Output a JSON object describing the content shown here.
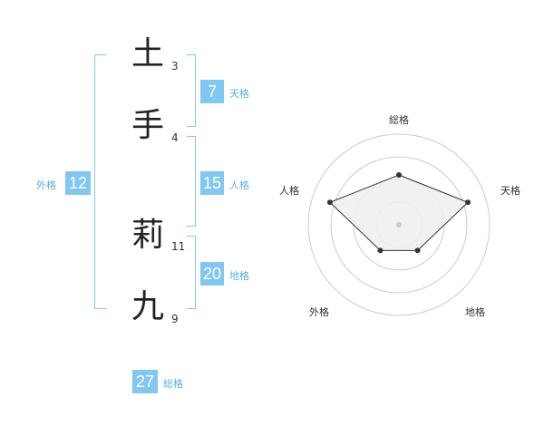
{
  "name": {
    "chars": [
      {
        "char": "土",
        "strokes": "3"
      },
      {
        "char": "手",
        "strokes": "4"
      },
      {
        "char": "莉",
        "strokes": "11"
      },
      {
        "char": "九",
        "strokes": "9"
      }
    ]
  },
  "kaku": {
    "tenkaku": {
      "value": "7",
      "label": "天格"
    },
    "jinkaku": {
      "value": "15",
      "label": "人格"
    },
    "chikaku": {
      "value": "20",
      "label": "地格"
    },
    "gaikaku": {
      "value": "12",
      "label": "外格"
    },
    "soukaku": {
      "value": "27",
      "label": "総格"
    }
  },
  "chart_data": {
    "type": "radar",
    "axes": [
      "総格",
      "天格",
      "地格",
      "外格",
      "人格"
    ],
    "values": [
      0.55,
      0.8,
      0.35,
      0.35,
      0.8
    ],
    "max": 1,
    "rings": 4,
    "colors": {
      "fill": "#efefef",
      "stroke": "#333333",
      "grid": "#cccccc",
      "accent": "#80c7f1"
    }
  }
}
